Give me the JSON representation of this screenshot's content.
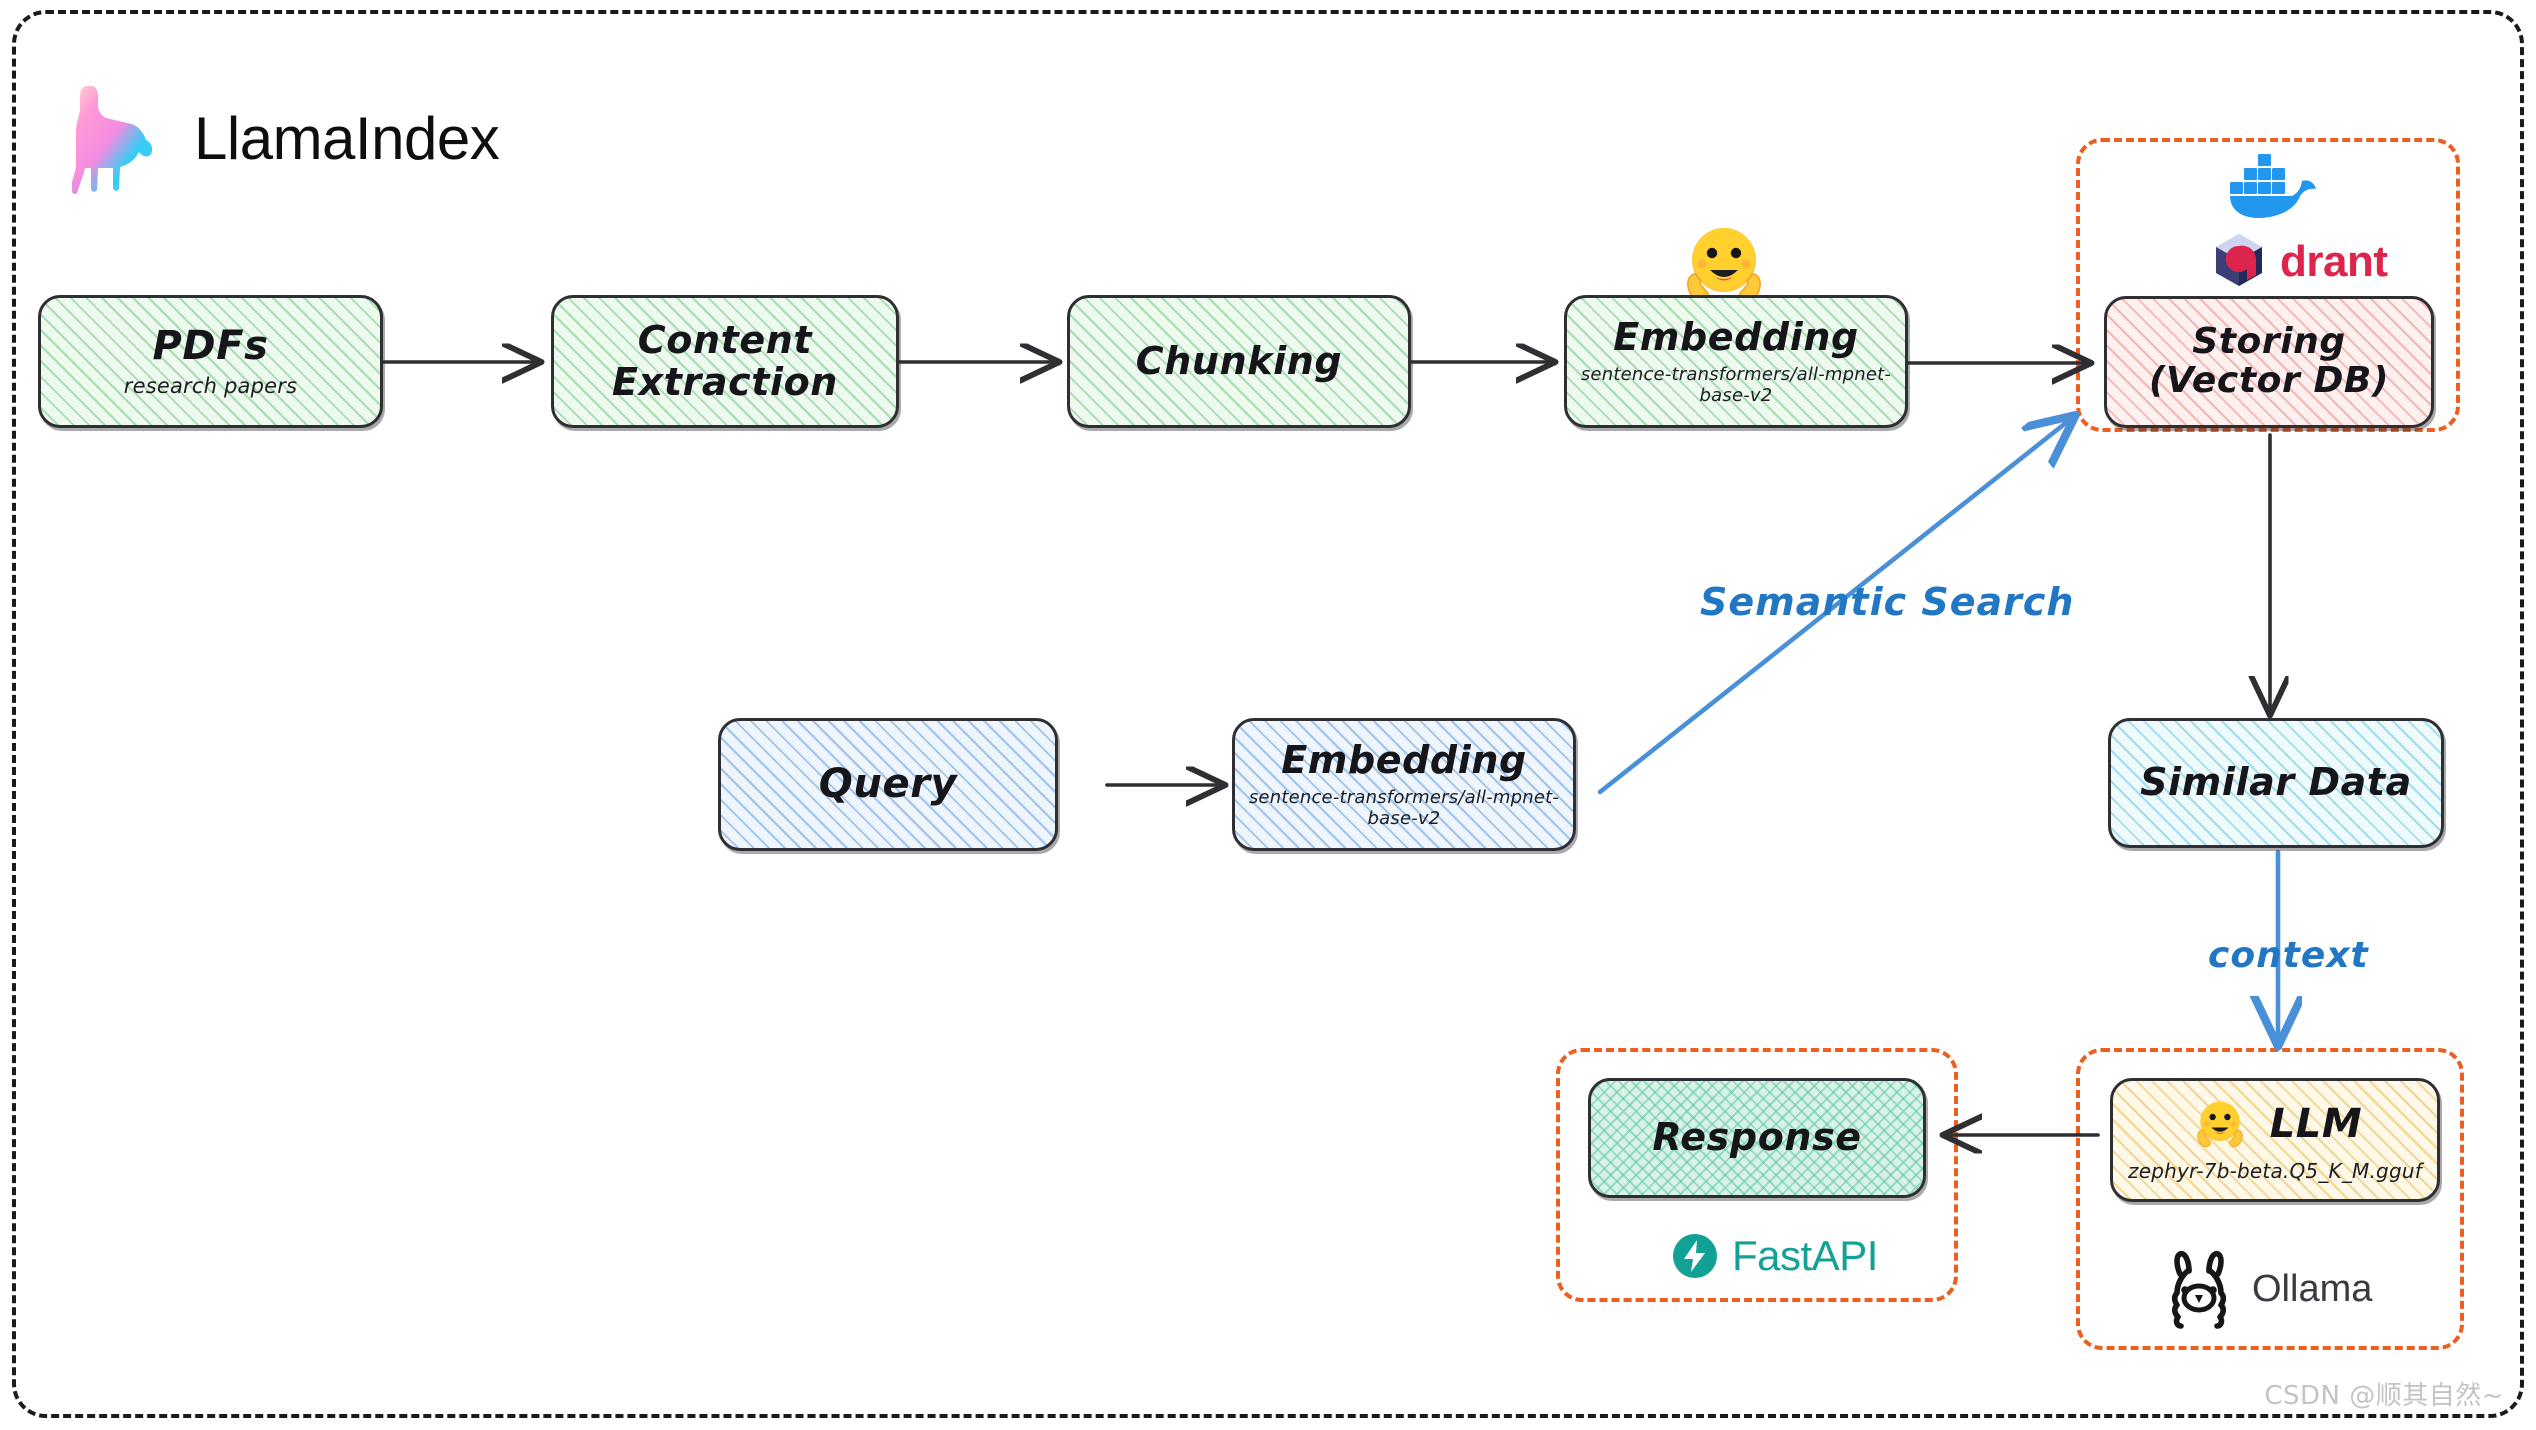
{
  "brand": {
    "name": "LlamaIndex",
    "logo_icon": "llama-gradient-logo"
  },
  "nodes": {
    "pdfs": {
      "title": "PDFs",
      "subtitle": "research papers"
    },
    "extraction": {
      "title": "Content\nExtraction",
      "subtitle": ""
    },
    "chunking": {
      "title": "Chunking",
      "subtitle": ""
    },
    "embedding_ingest": {
      "title": "Embedding",
      "subtitle": "sentence-transformers/all-mpnet-base-v2"
    },
    "storing": {
      "title": "Storing\n(Vector DB)",
      "subtitle": ""
    },
    "query": {
      "title": "Query",
      "subtitle": ""
    },
    "embedding_query": {
      "title": "Embedding",
      "subtitle": "sentence-transformers/all-mpnet-base-v2"
    },
    "similar_data": {
      "title": "Similar Data",
      "subtitle": ""
    },
    "llm": {
      "title": "LLM",
      "subtitle": "zephyr-7b-beta.Q5_K_M.gguf"
    },
    "response": {
      "title": "Response",
      "subtitle": ""
    }
  },
  "tools": {
    "docker": {
      "label": "",
      "icon": "docker-whale-icon",
      "color": "#2396ed"
    },
    "qdrant": {
      "label": "drant",
      "icon": "qdrant-cube-icon",
      "color": "#dc244c"
    },
    "fastapi": {
      "label": "FastAPI",
      "icon": "fastapi-bolt-icon",
      "color": "#12a195"
    },
    "ollama": {
      "label": "Ollama",
      "icon": "ollama-llama-icon",
      "color": "#3a3a40"
    },
    "huggingface": {
      "icon": "hugging-face-emoji",
      "color": "#ffc93a"
    }
  },
  "edge_labels": {
    "semantic_search": "Semantic Search",
    "context": "context"
  },
  "colors": {
    "group_border": "#ec5f20",
    "arrow_dark": "#2f2f33",
    "arrow_blue": "#4a90d9",
    "frame": "#1a1a1a"
  },
  "watermark": "CSDN @顺其自然~"
}
